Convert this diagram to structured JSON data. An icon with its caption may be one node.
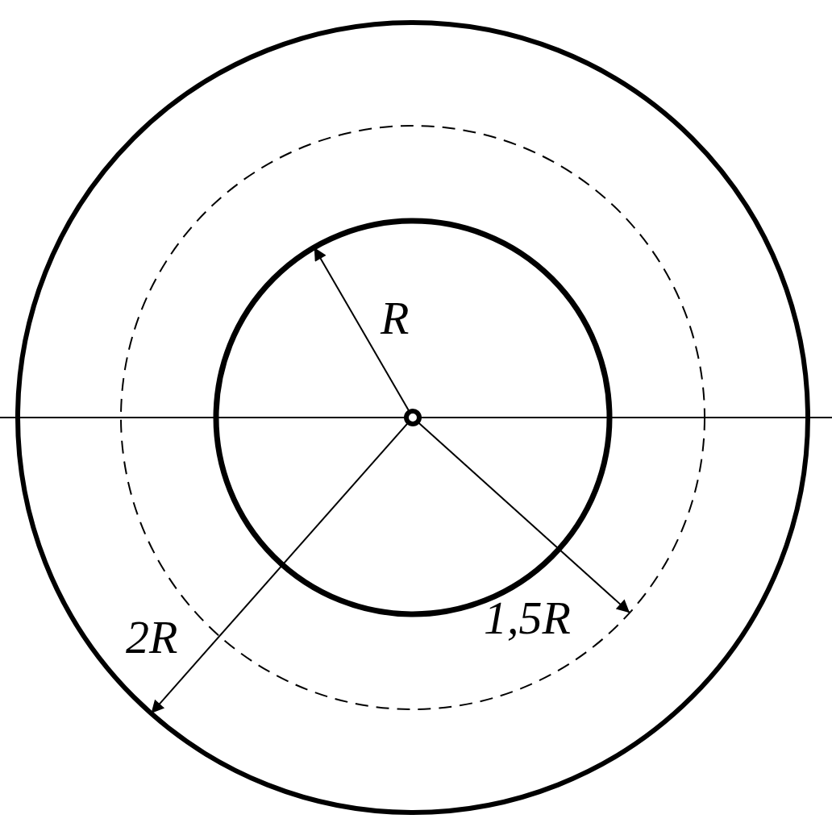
{
  "diagram": {
    "labels": [
      "R",
      "1,5R",
      "2R"
    ]
  }
}
